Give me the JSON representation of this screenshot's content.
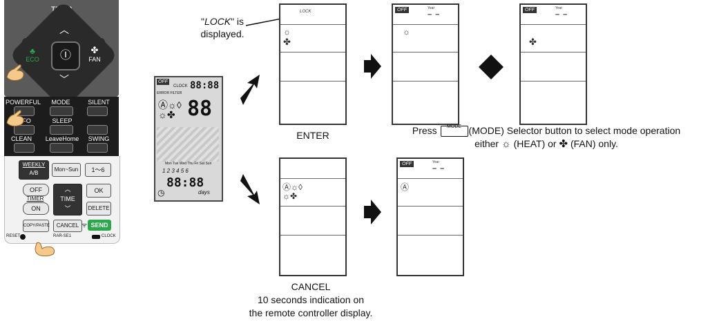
{
  "remote": {
    "temp": "TEMP",
    "eco": "ECO",
    "power_symbol": "Ⓘ",
    "fan": "FAN",
    "powerful": "POWERFUL",
    "mode": "MODE",
    "silent": "SILENT",
    "info": "INFO",
    "sleep": "SLEEP",
    "clean": "CLEAN",
    "leave_home": "LeaveHome",
    "swing": "SWING",
    "weekly": "WEEKLY",
    "weekly_ab": "A/B",
    "mon_sun": "Mon~Sun",
    "one_six": "1～6",
    "off": "OFF",
    "timer": "TIMER",
    "on": "ON",
    "time": "TIME",
    "ok": "OK",
    "delete": "DELETE",
    "copy_paste": "COPY/PASTE",
    "cancel": "CANCEL",
    "send": "SEND",
    "reset": "RESET",
    "model": "RAR-SE1",
    "clock": "CLOCK"
  },
  "lcd_overview": {
    "off": "OFF",
    "clock": "CLOCK",
    "error_filter": "ERROR FILTER",
    "digits_top": "88:88",
    "digits_mid": "88",
    "digits_bottom": "88:88",
    "days": "days",
    "week": "Mon Tue Wed Thu Fri Sat Sun",
    "numbers": "1 2 3 4 5 6"
  },
  "annotation": {
    "lock_quote_open": "\"",
    "lock_word": "LOCK",
    "lock_quote_close": "\" is",
    "lock_line2": "displayed."
  },
  "screens": {
    "s1_lock": "LOCK",
    "off": "OFF",
    "year": "Year",
    "dashes": "– –"
  },
  "captions": {
    "enter": "ENTER",
    "press_prefix": "Press",
    "mode_key": "MODE",
    "press_suffix": "(MODE) Selector button to select mode operation",
    "press_line2_a": "either",
    "press_heat": "(HEAT) or",
    "press_fan": "(FAN) only.",
    "cancel": "CANCEL",
    "cancel_line2": "10 seconds indication on",
    "cancel_line3": "the remote controller display."
  }
}
